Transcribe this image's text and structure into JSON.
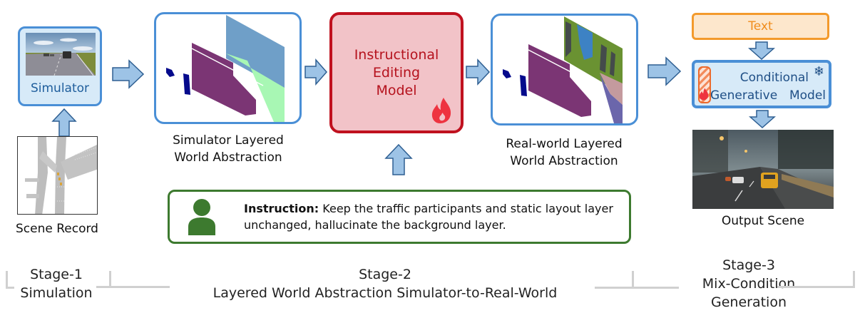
{
  "stage1": {
    "simulator_label": "Simulator",
    "scene_record_label": "Scene Record",
    "title": "Stage-1",
    "subtitle": "Simulation"
  },
  "stage2": {
    "sim_layer_label_line1": "Simulator Layered",
    "sim_layer_label_line2": "World Abstraction",
    "editing_model_line1": "Instructional",
    "editing_model_line2": "Editing",
    "editing_model_line3": "Model",
    "real_layer_label_line1": "Real-world Layered",
    "real_layer_label_line2": "World Abstraction",
    "instruction_prefix": "Instruction:",
    "instruction_text": " Keep the traffic participants and static layout layer unchanged, hallucinate the background layer.",
    "title": "Stage-2",
    "subtitle": "Layered World Abstraction Simulator-to-Real-World"
  },
  "stage3": {
    "text_input_label": "Text",
    "cond_model_line1": "Conditional",
    "cond_model_line2": "Generative  Model",
    "output_label": "Output Scene",
    "title": "Stage-3",
    "subtitle_line1": "Mix-Condition",
    "subtitle_line2": "Generation"
  },
  "colors": {
    "arrow_fill": "#9dc3e6",
    "arrow_stroke": "#2e5f92",
    "box_blue": "#4a8fd6",
    "model_red": "#c0111f",
    "fire_red": "#ee3340",
    "instruction_green": "#3d7a2f",
    "text_orange": "#f39a2c",
    "traffic_layer": "#050a8c",
    "static_layer": "#7b3574",
    "sky_layer": "#6f9fc8",
    "ground_layer": "#a8f7b4"
  }
}
